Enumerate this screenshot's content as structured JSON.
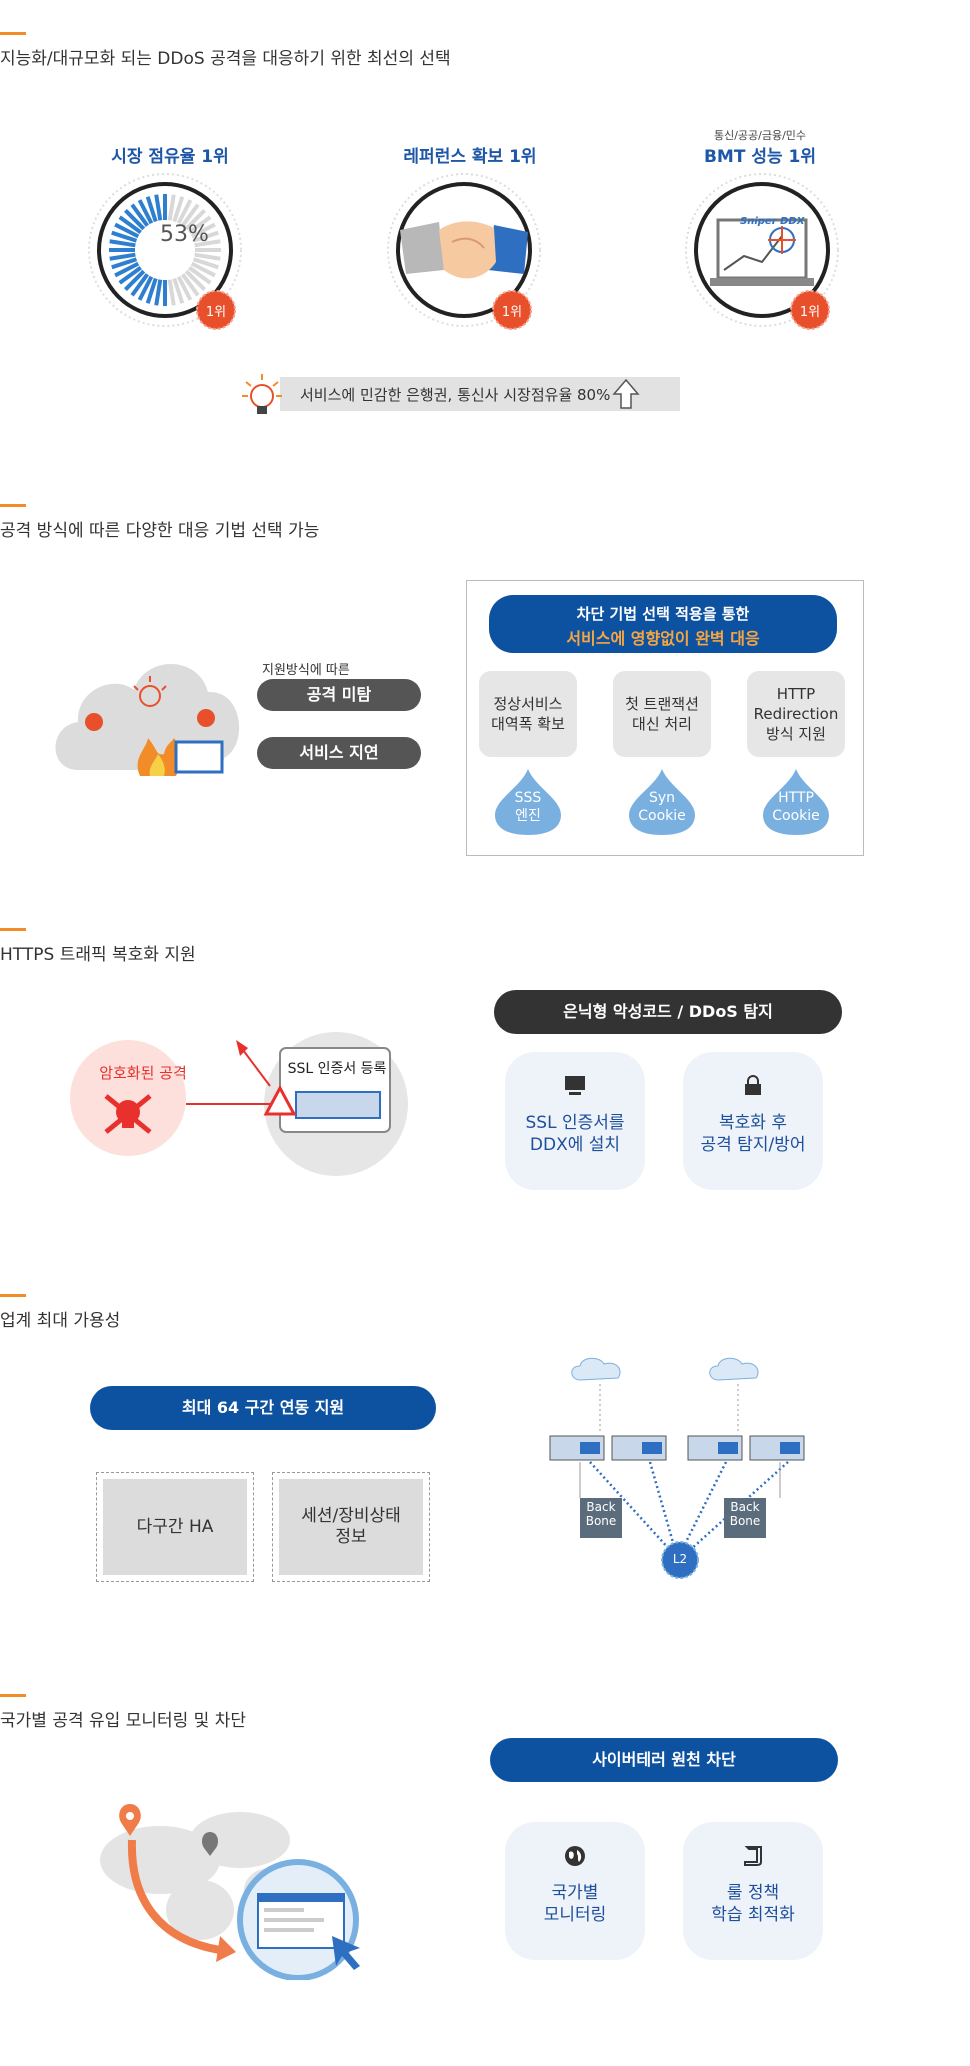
{
  "s1": {
    "title": "지능화/대규모화 되는 DDoS 공격을 대응하기 위한 최선의 선택",
    "items": [
      {
        "label": "시장 점유율 1위",
        "value": "53%",
        "badge": "1위"
      },
      {
        "label": "레퍼런스 확보 1위",
        "badge": "1위"
      },
      {
        "sublabel": "통신/공공/금융/민수",
        "label": "BMT 성능 1위",
        "product": "Sniper DDX",
        "badge": "1위"
      }
    ],
    "banner": "서비스에 민감한 은행권, 통신사 시장점유율 80%"
  },
  "s2": {
    "title": "공격 방식에 따른 다양한 대응 기법 선택 가능",
    "support_label": "지원방식에 따른",
    "pill1": "공격 미탐",
    "pill2": "서비스 지연",
    "header_line1": "차단 기법 선택 적용을 통한",
    "header_line2": "서비스에 영향없이 완벽 대응",
    "boxes": [
      {
        "line1": "정상서비스",
        "line2": "대역폭 확보",
        "line3": "",
        "drop1": "SSS",
        "drop2": "엔진"
      },
      {
        "line1": "첫 트랜잭션",
        "line2": "대신 처리",
        "line3": "",
        "drop1": "Syn",
        "drop2": "Cookie"
      },
      {
        "line1": "HTTP",
        "line2": "Redirection",
        "line3": "방식 지원",
        "drop1": "HTTP",
        "drop2": "Cookie"
      }
    ]
  },
  "s3": {
    "title": "HTTPS 트래픽 복호화 지원",
    "encrypted_label": "암호화된 공격",
    "ssl_label": "SSL 인증서 등록",
    "pill": "은닉형 악성코드 /  DDoS 탐지",
    "cards": [
      {
        "line1": "SSL 인증서를",
        "line2": "DDX에 설치"
      },
      {
        "line1": "복호화 후",
        "line2": "공격 탐지/방어"
      }
    ]
  },
  "s4": {
    "title": "업계 최대 가용성",
    "pill": "최대 64 구간 연동 지원",
    "box1": "다구간 HA",
    "box2_line1": "세션/장비상태",
    "box2_line2": "정보",
    "backbone_l1": "Back",
    "backbone_l2": "Bone",
    "l2": "L2"
  },
  "s5": {
    "title": "국가별 공격 유입 모니터링 및 차단",
    "pill": "사이버테러 원천 차단",
    "cards": [
      {
        "line1": "국가별",
        "line2": "모니터링"
      },
      {
        "line1": "룰 정책",
        "line2": "학습 최적화"
      }
    ]
  },
  "colors": {
    "accent_orange": "#f28c28",
    "brand_blue": "#0d52a1",
    "light_blue": "#7ab0e0",
    "badge_red": "#e8502c"
  }
}
